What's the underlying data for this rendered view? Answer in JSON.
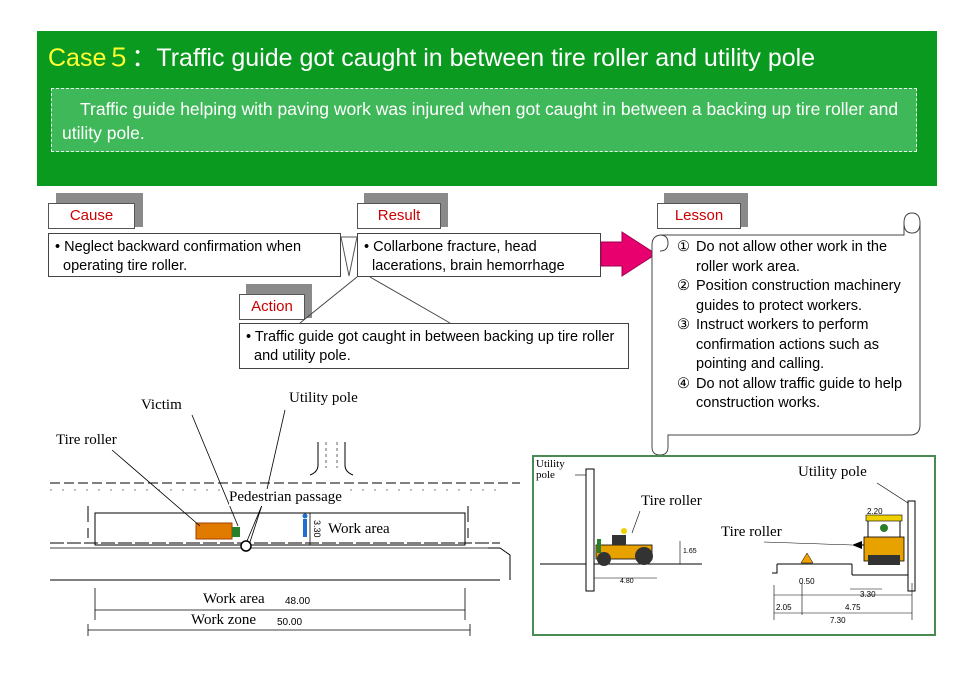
{
  "header": {
    "case_label": "Case５",
    "title": "：Traffic guide got caught in between tire roller and utility pole",
    "summary": "Traffic guide helping with paving work was injured when got caught in between a backing up tire roller and utility pole."
  },
  "cause": {
    "label": "Cause",
    "text": "• Neglect backward confirmation when operating tire roller."
  },
  "result": {
    "label": "Result",
    "text": "• Collarbone fracture, head lacerations, brain hemorrhage"
  },
  "action": {
    "label": "Action",
    "text": "• Traffic guide got caught in between backing up tire roller and utility pole."
  },
  "lesson": {
    "label": "Lesson",
    "items": [
      {
        "num": "①",
        "text": "Do not allow other work in the roller work area."
      },
      {
        "num": "②",
        "text": "Position construction machinery guides to protect workers."
      },
      {
        "num": "③",
        "text": "Instruct workers to perform confirmation actions such as pointing and calling."
      },
      {
        "num": "④",
        "text": "Do not allow traffic guide to help construction works."
      }
    ]
  },
  "plan": {
    "victim": "Victim",
    "utility_pole": "Utility pole",
    "tire_roller": "Tire roller",
    "pedestrian_passage": "Pedestrian passage",
    "work_area": "Work area",
    "work_area_bottom": "Work area",
    "work_area_len": "48.00",
    "work_zone": "Work zone",
    "work_zone_len": "50.00",
    "width_dim": "3.30"
  },
  "detail": {
    "utility_pole_left": "Utility pole",
    "tire_roller_left": "Tire roller",
    "dim_165": "1.65",
    "dim_480": "4.80",
    "utility_pole_right": "Utility pole",
    "tire_roller_right": "Tire roller",
    "dim_220": "2.20",
    "dim_050": "0.50",
    "dim_330": "3.30",
    "dim_205": "2.05",
    "dim_475": "4.75",
    "dim_730": "7.30"
  }
}
